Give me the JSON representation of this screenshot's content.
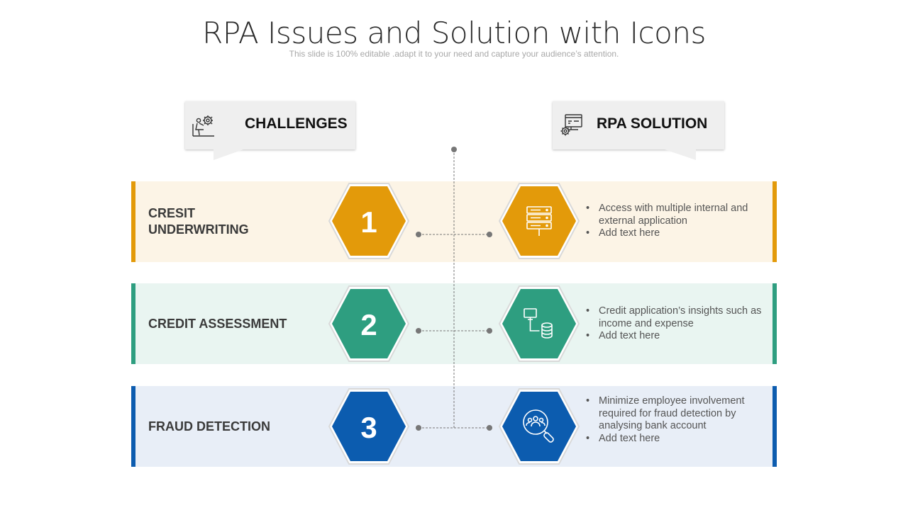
{
  "title": "RPA Issues and Solution with Icons",
  "subtitle": "This slide is 100% editable .adapt it to your need and capture your audience’s attention.",
  "headers": {
    "challenges": {
      "label": "CHALLENGES",
      "icon": "gear-person-icon"
    },
    "solution": {
      "label": "RPA SOLUTION",
      "icon": "monitor-gear-icon"
    }
  },
  "rows": [
    {
      "number": "1",
      "challenge_line1": "CRESIT",
      "challenge_line2": "UNDERWRITING",
      "solution_icon": "server-icon",
      "bullets": [
        "Access with multiple internal and external application",
        "Add text here"
      ],
      "accent": "#E39A0A",
      "background": "#FCF4E6"
    },
    {
      "number": "2",
      "challenge_line1": "CREDIT ASSESSMENT",
      "challenge_line2": "",
      "solution_icon": "database-flow-icon",
      "bullets": [
        "Credit application’s insights such as income and expense",
        "Add text here"
      ],
      "accent": "#2E9E80",
      "background": "#E9F5F1"
    },
    {
      "number": "3",
      "challenge_line1": "FRAUD DETECTION",
      "challenge_line2": "",
      "solution_icon": "search-people-icon",
      "bullets": [
        "Minimize employee involvement required for fraud detection by analysing bank account",
        "Add text here"
      ],
      "accent": "#0C5CAF",
      "background": "#E8EEF7"
    }
  ]
}
